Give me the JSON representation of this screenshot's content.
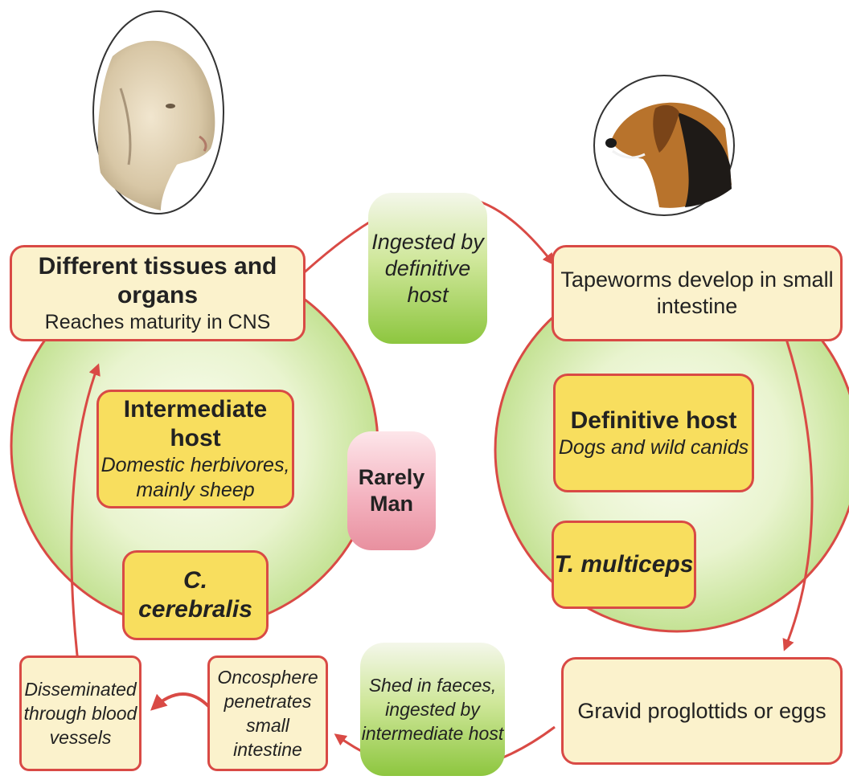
{
  "colors": {
    "border_red": "#d94a45",
    "circle_fill_center": "#fbfdf2",
    "circle_fill_edge": "#c4e294",
    "cream_box": "#fbf2cc",
    "yellow_box": "#f8de5e",
    "green_pill": "#8dc63f",
    "pink_pill": "#f4b3c0"
  },
  "images": {
    "left": "sheep-head-photo",
    "right": "dog-head-photo"
  },
  "left_cycle": {
    "tissues": {
      "title": "Different tissues and organs",
      "subtitle": "Reaches maturity in CNS"
    },
    "host": {
      "title": "Intermediate host",
      "line1": "Domestic herbivores,",
      "line2": "mainly sheep"
    },
    "stage": "C. cerebralis",
    "disseminated": {
      "line1": "Disseminated",
      "line2": "through blood",
      "line3": "vessels"
    },
    "oncosphere": {
      "line1": "Oncosphere",
      "line2": "penetrates",
      "line3": "small intestine"
    }
  },
  "right_cycle": {
    "tapeworms": {
      "line1": "Tapeworms develop in small",
      "line2": "intestine"
    },
    "host": {
      "title": "Definitive host",
      "subtitle": "Dogs and wild canids"
    },
    "stage": "T. multiceps",
    "gravid": "Gravid proglottids or eggs"
  },
  "center": {
    "ingested": {
      "line1": "Ingested by",
      "line2": "definitive",
      "line3": "host"
    },
    "rarely": {
      "line1": "Rarely",
      "line2": "Man"
    },
    "shed": {
      "line1": "Shed in faeces,",
      "line2": "ingested by",
      "line3": "intermediate host"
    }
  }
}
